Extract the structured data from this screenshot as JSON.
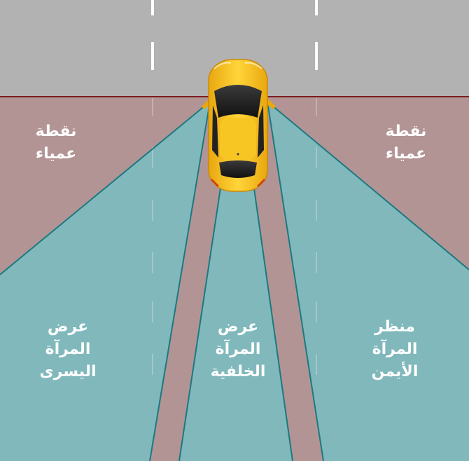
{
  "colors": {
    "road": "#b2b2b2",
    "blind_zone": "#b39495",
    "mirror_view": "#80b8bc",
    "edge_line": "#7a1f1f",
    "view_edge": "#1a7a80",
    "lane_marking": "#ffffff",
    "car_body": "#f5c21a",
    "text": "#ffffff"
  },
  "labels": {
    "blind_spot_left": [
      "نقطة",
      "عمياء"
    ],
    "blind_spot_right": [
      "نقطة",
      "عمياء"
    ],
    "left_mirror_view": [
      "عرض",
      "المرآة",
      "اليسرى"
    ],
    "rear_mirror_view": [
      "عرض",
      "المرآة",
      "الخلفية"
    ],
    "right_mirror_view": [
      "منظر",
      "المرآة",
      "الأيمن"
    ]
  }
}
